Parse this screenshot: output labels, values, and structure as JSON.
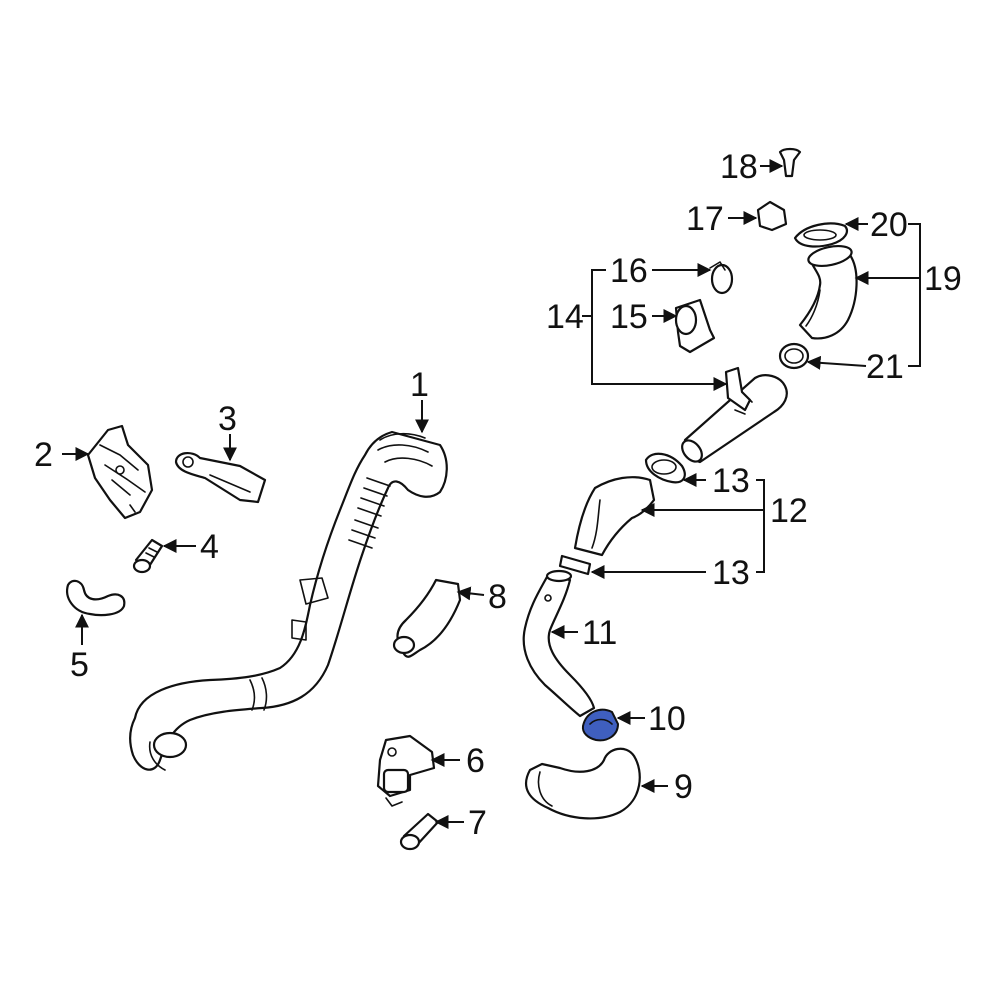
{
  "highlight_color": "#3f5fbf",
  "callouts": {
    "c1": "1",
    "c2": "2",
    "c3": "3",
    "c4": "4",
    "c5": "5",
    "c6": "6",
    "c7": "7",
    "c8": "8",
    "c9": "9",
    "c10": "10",
    "c11": "11",
    "c12": "12",
    "c13a": "13",
    "c13b": "13",
    "c14": "14",
    "c15": "15",
    "c16": "16",
    "c17": "17",
    "c18": "18",
    "c19": "19",
    "c20": "20",
    "c21": "21"
  }
}
